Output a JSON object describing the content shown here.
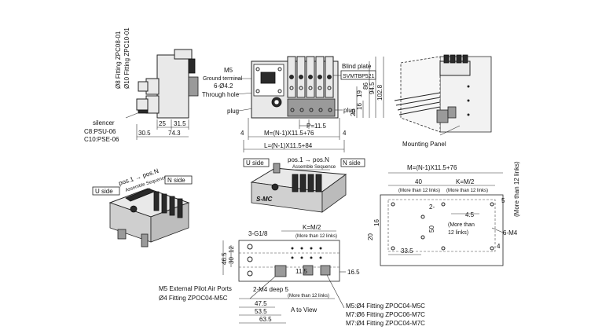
{
  "top_left": {
    "fitting_8": "Ø8 Fitting  ZPC08-01",
    "fitting_10": "Ø10 Fitting  ZPC10-01",
    "silencer": "silencer",
    "c8": "C8:PSU-06",
    "c10": "C10:PSE-06",
    "dim_25": "25",
    "dim_31_5": "31.5",
    "dim_30_5": "30.5",
    "dim_74_3": "74.3"
  },
  "top_middle": {
    "m5": "M5",
    "ground_terminal": "Ground terminal",
    "holes": "6-Ø4.2",
    "through_hole": "Through hole",
    "plug_left": "plug",
    "blind_plate": "Blind plate",
    "svmtbp": "SVMTBP521",
    "plug_right": "plug",
    "p": "P=11.5",
    "m_formula": "M=(N-1)X11.5+76",
    "l_formula": "L=(N-1)X11.5+84",
    "dim_4_left": "4",
    "dim_4_right": "4",
    "dim_86": "86",
    "dim_94_5": "94.5",
    "dim_102_8": "102.8",
    "dim_19": "19",
    "dim_16": "16",
    "dim_20": "20"
  },
  "top_right": {
    "mounting_panel": "Mounting Panel"
  },
  "middle_left": {
    "pos": "pos.1 → pos.N",
    "assemble": "Assemble Sequence",
    "u_side": "U side",
    "n_side": "N side"
  },
  "middle_center": {
    "u_side": "U side",
    "pos": "pos.1 → pos.N",
    "assemble": "Assemble Sequence",
    "n_side": "N side"
  },
  "right_panel": {
    "m_formula": "M=(N-1)X11.5+76",
    "dim_40": "40",
    "k": "K=M/2",
    "more12_a": "(More than 12 links)",
    "more12_b": "(More than 12 links)",
    "more12_side": "(More than 12 links)",
    "more12_c": "(More than",
    "more12_d": "12 links)",
    "dim_5": "5",
    "dim_20": "20",
    "dim_16": "16",
    "dim_50": "50",
    "dim_4_5": "4.5",
    "hole_2": "2-",
    "holes_m4": "6-M4",
    "dim_33_5": "33.5",
    "dim_4": "4"
  },
  "bottom_center": {
    "g18": "3-G1/8",
    "k": "K=M/2",
    "more12_top": "(More than 12 links)",
    "dim_46_5": "46.5",
    "dim_30": "30",
    "dim_12": "12",
    "dim_16_5": "16.5",
    "dim_11_5": "11.5",
    "dim_47_5": "47.5",
    "dim_53_5": "53.5",
    "dim_63_5": "63.5",
    "m4_deep": "2-M4 deep 5",
    "more12_bottom": "(More than 12 links)",
    "a_to_view": "A to View",
    "ext_pilot": "M5 External Pilot Air Ports",
    "zpoc04_m5c": "Ø4 Fitting ZPOC04-M5C",
    "m5_fit": "M5:Ø4 Fitting ZPOC04-M5C",
    "m7_6": "M7:Ø6 Fitting ZPOC06-M7C",
    "m7_4": "M7:Ø4 Fitting ZPOC04-M7C"
  }
}
